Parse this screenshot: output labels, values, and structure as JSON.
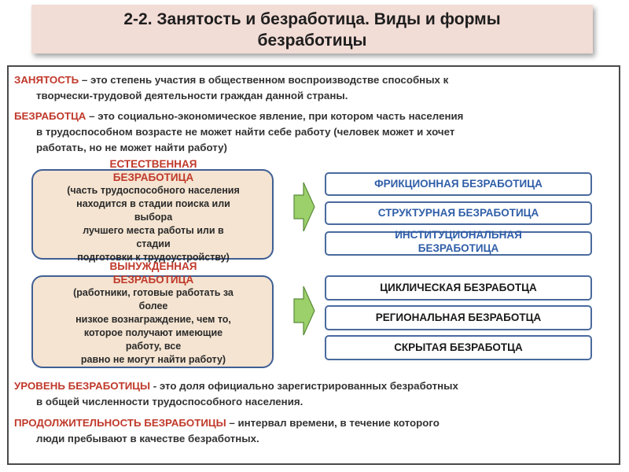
{
  "title": {
    "line1": "2-2. Занятость и безработица. Виды и формы",
    "line2": "безработицы"
  },
  "definitions": {
    "employment": {
      "term": "ЗАНЯТОСТЬ",
      "text": " – это степень участия в общественном воспроизводстве способных к",
      "text2": "творчески-трудовой деятельности граждан данной страны."
    },
    "unemployment": {
      "term": "БЕЗРАБОТЦА",
      "text": " – это социально-экономическое явление, при котором часть населения",
      "text2": "в трудоспособном возрасте не может найти себе работу (человек может и хочет",
      "text3": "работать, но не может найти работу)"
    }
  },
  "natural": {
    "heading1": "ЕСТЕСТВЕННАЯ",
    "heading2": "БЕЗРАБОТИЦА",
    "lines": [
      "(часть трудоспособного населения",
      "находится в стадии поиска или",
      "выбора",
      "лучшего места работы или в",
      "стадии",
      "подготовки к трудоустройству)"
    ]
  },
  "forced": {
    "heading1": "ВЫНУЖДЕННАЯ",
    "heading2": "БЕЗРАБОТИЦА",
    "lines": [
      "(работники, готовые работать за",
      "более",
      "низкое вознаграждение, чем то,",
      "которое получают имеющие",
      "работу, все",
      "равно не могут найти работу)"
    ]
  },
  "natural_types": {
    "frictional": "ФРИКЦИОННАЯ БЕЗРАБОТИЦА",
    "structural": "СТРУКТУРНАЯ БЕЗРАБОТИЦА",
    "institutional1": "ИНСТИТУЦИОНАЛЬНАЯ",
    "institutional2": "БЕЗРАБОТИЦА"
  },
  "forced_types": {
    "cyclical": "ЦИКЛИЧЕСКАЯ БЕЗРАБОТЦА",
    "regional": "РЕГИОНАЛЬНАЯ БЕЗРАБОТЦА",
    "hidden": "СКРЫТАЯ БЕЗРАБОТЦА"
  },
  "rate": {
    "term": "УРОВЕНЬ БЕЗРАБОТИЦЫ",
    "text": " - это доля официально зарегистрированных безработных",
    "text2": "в общей численности трудоспособного населения."
  },
  "duration": {
    "term": "ПРОДОЛЖИТЕЛЬНОСТЬ БЕЗРАБОТИЦЫ",
    "text": " – интервал времени, в течение которого",
    "text2": "люди пребывают в качестве безработных."
  },
  "colors": {
    "term_red": "#c0392b",
    "blue_text": "#2f5ea8",
    "blob_fill": "#f4e4d1",
    "blob_border": "#3f5f95",
    "arrow_green": "#9bd06a",
    "title_bg": "#f2dcd6"
  }
}
